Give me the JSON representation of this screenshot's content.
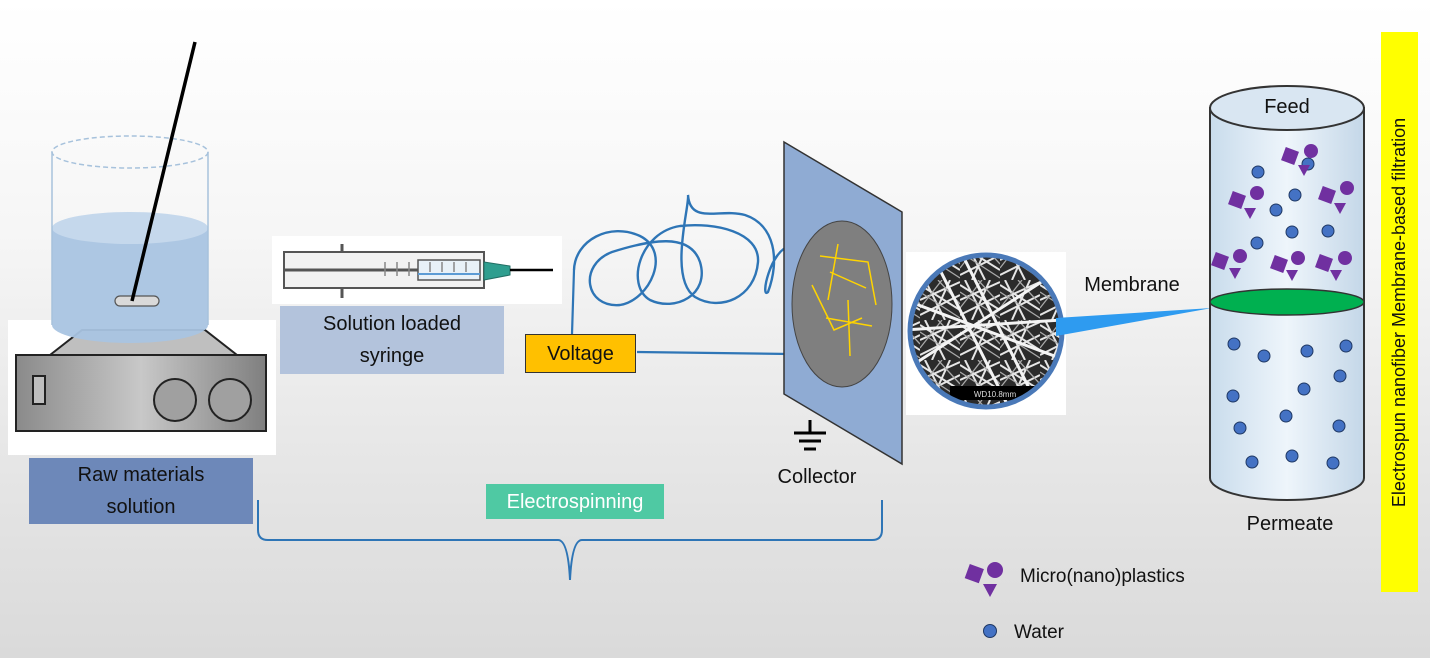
{
  "labels": {
    "raw_materials": "Raw materials solution",
    "syringe": "Solution loaded syringe",
    "voltage": "Voltage",
    "collector": "Collector",
    "membrane": "Membrane",
    "feed": "Feed",
    "permeate": "Permeate",
    "electrospinning": "Electrospinning",
    "sem_scale": "WD10.8mm"
  },
  "legend": {
    "microplastics": "Micro(nano)plastics",
    "water": "Water"
  },
  "side_title": "Electrospun nanofiber Membrane-based filtration",
  "colors": {
    "raw_box": "#6d88b9",
    "syringe_box": "#b3c3dc",
    "voltage_box": "#ffc000",
    "electrospinning_box": "#4fc9a3",
    "title_bar": "#ffff00",
    "membrane_disc": "#00b050",
    "microplastic_purple": "#7030a0",
    "water_blue": "#4472c4",
    "fiber_blue": "#2e75b6"
  },
  "icons": [
    "magnetic-stirrer-icon",
    "beaker-icon",
    "syringe-icon",
    "ground-icon",
    "sem-image-icon",
    "filter-column-icon"
  ]
}
